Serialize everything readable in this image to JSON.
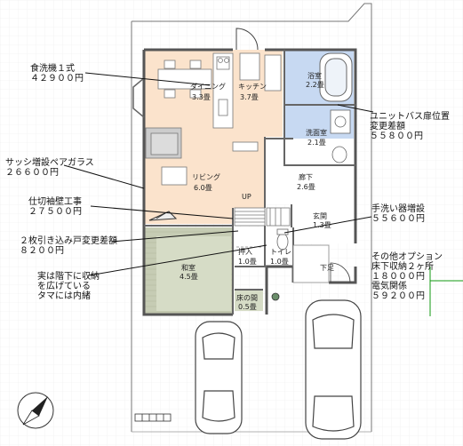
{
  "colors": {
    "ldk": "#fbe3cc",
    "bath": "#c7d9f2",
    "washitsu": "#d6dcc6",
    "tatami": "#c6ccb4",
    "wall": "#555555",
    "leader": "#111111",
    "grid": "#e6e6e6",
    "accent_green": "#119911"
  },
  "rooms": {
    "dining_name": "ダイニング",
    "dining_size": "3.3畳",
    "kitchen_name": "キッチン",
    "kitchen_size": "3.7畳",
    "bath_name": "浴室",
    "bath_size": "2.2畳",
    "washroom_name": "洗面室",
    "washroom_size": "2.1畳",
    "living_name": "リビング",
    "living_size": "6.0畳",
    "hallway_name": "廊下",
    "hallway_size": "2.6畳",
    "up_label": "UP",
    "entrance_name": "玄関",
    "entrance_size": "1.3畳",
    "closet_name": "押入",
    "closet_size": "1.0畳",
    "toilet_name": "トイレ",
    "toilet_size": "1.0畳",
    "washitsu_name": "和室",
    "washitsu_size": "4.5畳",
    "tokonoma_name": "床の間",
    "tokonoma_size": "0.5畳",
    "shoe_label": "下足"
  },
  "annotations": {
    "dishwasher": {
      "line1": "食洗機１式",
      "line2": "４２９００円"
    },
    "unit_bath": {
      "line1": "ユニットバス扉位置",
      "line2": "変更差額",
      "line3": "５５８００円"
    },
    "sash": {
      "line1": "サッシ増設ペアガラス",
      "line2": "２６６００円"
    },
    "partition": {
      "line1": "仕切袖壁工事",
      "line2": "２７５００円"
    },
    "hand_wash": {
      "line1": "手洗い器増設",
      "line2": "５５６００円"
    },
    "sliding_door": {
      "line1": "２枚引き込み戸変更差額",
      "line2": "８２００円"
    },
    "stair_storage": {
      "line1": "実は階下に収納",
      "line2": "を広げている",
      "line3": "タマには内緒"
    },
    "other_options": {
      "line1": "その他オプション",
      "line2": "床下収納２ヶ所",
      "line3": "１８０００円",
      "line4": "電気関係",
      "line5": "５９２００円"
    }
  }
}
